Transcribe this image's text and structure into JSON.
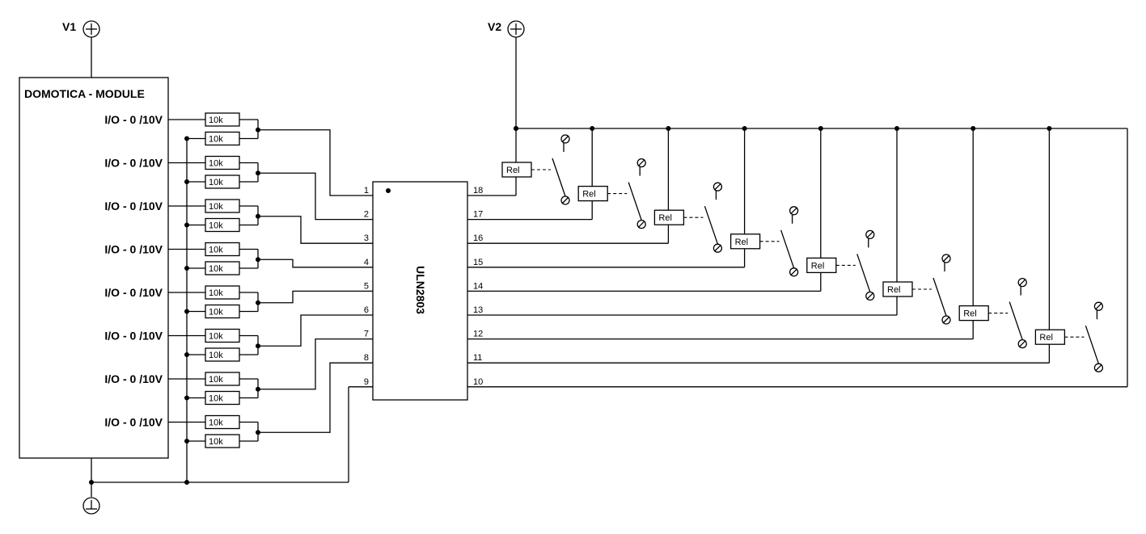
{
  "module": {
    "title": "DOMOTICA - MODULE",
    "io_label": "I/O - 0 /10V",
    "channel_count": 8
  },
  "supplies": {
    "v1": "V1",
    "v2": "V2"
  },
  "resistor_label": "10k",
  "ic": {
    "name": "ULN2803",
    "left_pins": [
      "1",
      "2",
      "3",
      "4",
      "5",
      "6",
      "7",
      "8",
      "9"
    ],
    "right_pins": [
      "18",
      "17",
      "16",
      "15",
      "14",
      "13",
      "12",
      "11",
      "10"
    ]
  },
  "relay_label": "Rel",
  "relay_count": 8,
  "colors": {
    "ink": "#000000",
    "background": "#ffffff"
  },
  "icons": [
    "plus-circle-icon",
    "ground-icon",
    "terminal-icon"
  ]
}
